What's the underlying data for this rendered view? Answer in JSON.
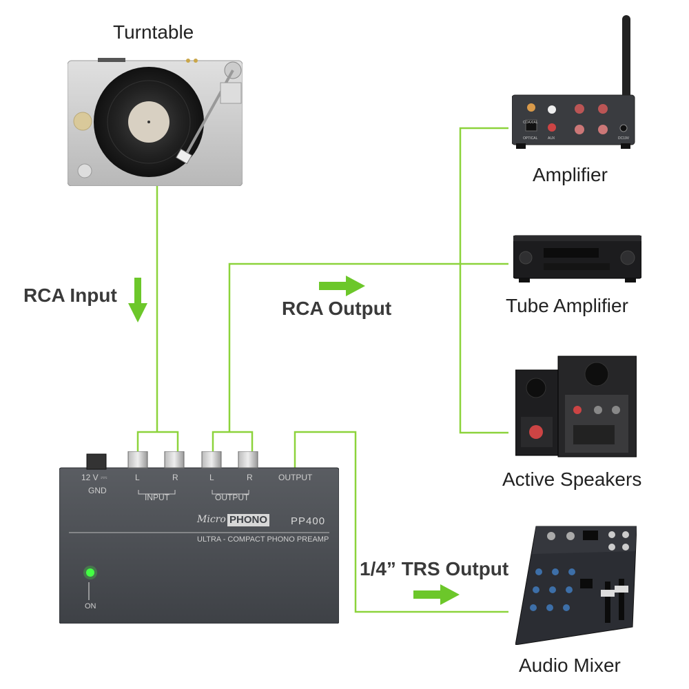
{
  "labels": {
    "turntable": "Turntable",
    "amplifier": "Amplifier",
    "tube_amplifier": "Tube Amplifier",
    "active_speakers": "Active Speakers",
    "audio_mixer": "Audio Mixer",
    "rca_input": "RCA Input",
    "rca_output": "RCA Output",
    "trs_output": "1/4” TRS Output"
  },
  "preamp": {
    "power_label": "12 V ⎓",
    "gnd_label": "GND",
    "l": "L",
    "r": "R",
    "input_label": "INPUT",
    "output_label": "OUTPUT",
    "output_label_2": "OUTPUT",
    "brand_micro": "Micro",
    "brand_phono": "PHONO",
    "model": "PP400",
    "subtitle": "ULTRA - COMPACT PHONO PREAMP",
    "on_label": "ON"
  },
  "amp_panel": {
    "coaxial": "COAXIAL",
    "optical": "OPTICAL",
    "aux": "AUX",
    "dc": "DC19V"
  },
  "colors": {
    "wire": "#8cd33b",
    "arrow": "#6cc72a",
    "preamp_body": "#4a4d52",
    "led": "#44ff44"
  }
}
